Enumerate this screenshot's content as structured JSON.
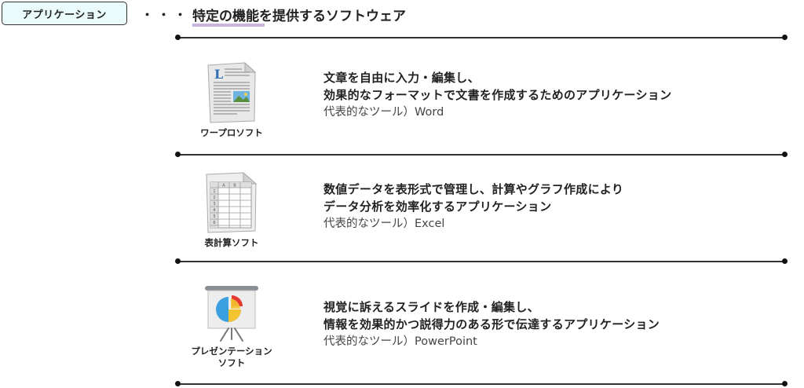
{
  "header": {
    "badge": "アプリケーション",
    "dots": "・・・",
    "title": "特定の機能を提供するソフトウェア"
  },
  "items": [
    {
      "caption": "ワープロソフト",
      "line1": "文章を自由に入力・編集し、",
      "line2": "効果的なフォーマットで文書を作成するためのアプリケーション",
      "example": "代表的なツール）Word",
      "icon_letter": "L"
    },
    {
      "caption": "表計算ソフト",
      "line1": "数値データを表形式で管理し、計算やグラフ作成により",
      "line2": "データ分析を効率化するアプリケーション",
      "example": "代表的なツール）Excel",
      "col_a": "A",
      "col_b": "B",
      "rows": [
        "1",
        "2",
        "3",
        "4",
        "5",
        "6"
      ]
    },
    {
      "caption_line1": "プレゼンテーション",
      "caption_line2": "ソフト",
      "line1": "視覚に訴えるスライドを作成・編集し、",
      "line2": "情報を効果的かつ説得力のある形で伝達するアプリケーション",
      "example": "代表的なツール）PowerPoint"
    }
  ],
  "colors": {
    "badge_bg": "#e9fbfb",
    "title_highlight": "#c8b5dd",
    "pie_blue": "#3aa0e0",
    "pie_yellow": "#f4c430",
    "pie_red": "#e53935"
  }
}
